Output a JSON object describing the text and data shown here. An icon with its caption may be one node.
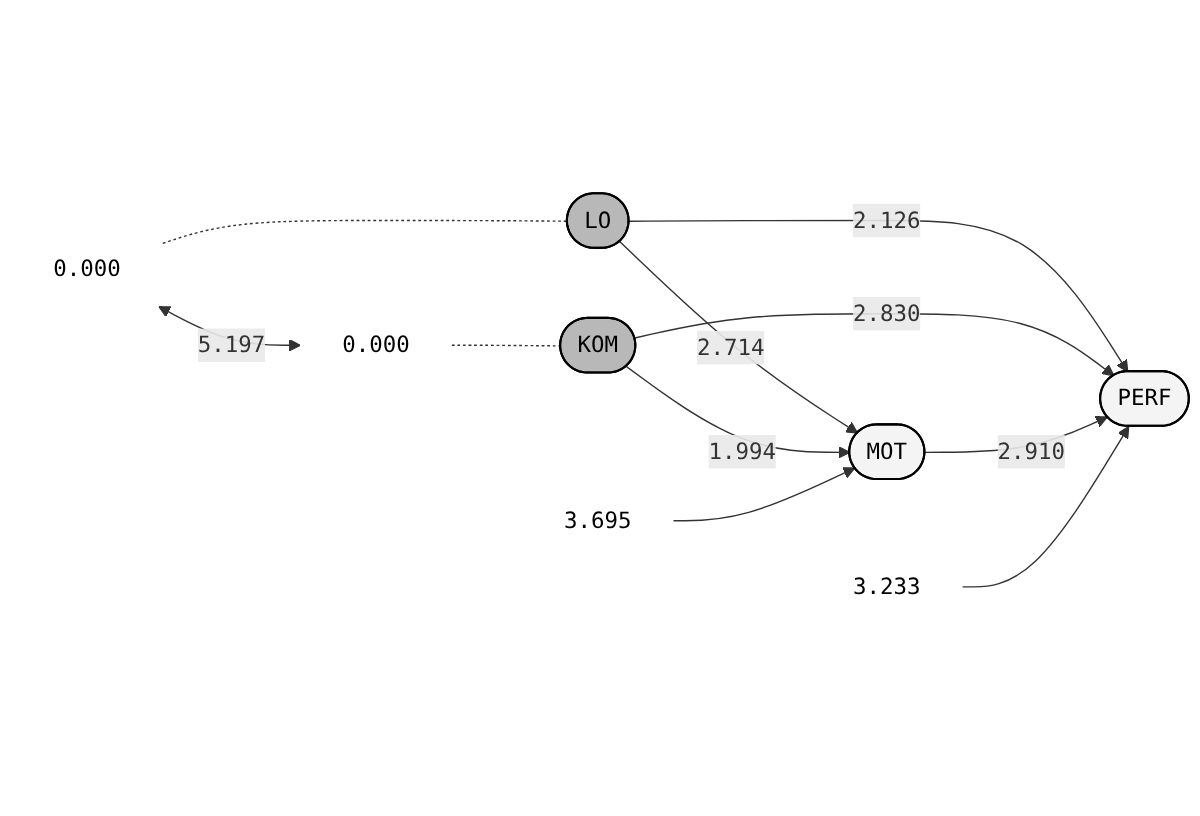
{
  "diagram": {
    "nodes": [
      {
        "text": [
          "0.000"
        ]
      },
      {
        "text": [
          "LO"
        ]
      },
      {
        "text": [
          "MOT"
        ]
      },
      {
        "text": [
          "3.695"
        ]
      },
      {
        "text": [
          "PERF"
        ]
      },
      {
        "text": [
          "3.233"
        ]
      },
      {
        "text": [
          "0.000"
        ]
      },
      {
        "text": [
          "KOM"
        ]
      }
    ],
    "edges": [
      {
        "from": 0,
        "to": 1,
        "arrow": "none",
        "style": "dashed"
      },
      {
        "from": 6,
        "to": 7,
        "arrow": "none",
        "style": "dashed"
      },
      {
        "from": 0,
        "to": 6,
        "arrow": "both",
        "label": "5.197"
      },
      {
        "from": 1,
        "to": 2,
        "arrow": "to",
        "label": "2.714"
      },
      {
        "from": 1,
        "to": 4,
        "arrow": "to",
        "label": "2.126"
      },
      {
        "from": 7,
        "to": 2,
        "arrow": "to",
        "label": "1.994"
      },
      {
        "from": 7,
        "to": 4,
        "arrow": "to",
        "label": "2.830"
      },
      {
        "from": 2,
        "to": 4,
        "arrow": "to",
        "label": "2.910"
      },
      {
        "from": 3,
        "to": 2,
        "arrow": "to"
      },
      {
        "from": 5,
        "to": 4,
        "arrow": "to"
      }
    ]
  }
}
